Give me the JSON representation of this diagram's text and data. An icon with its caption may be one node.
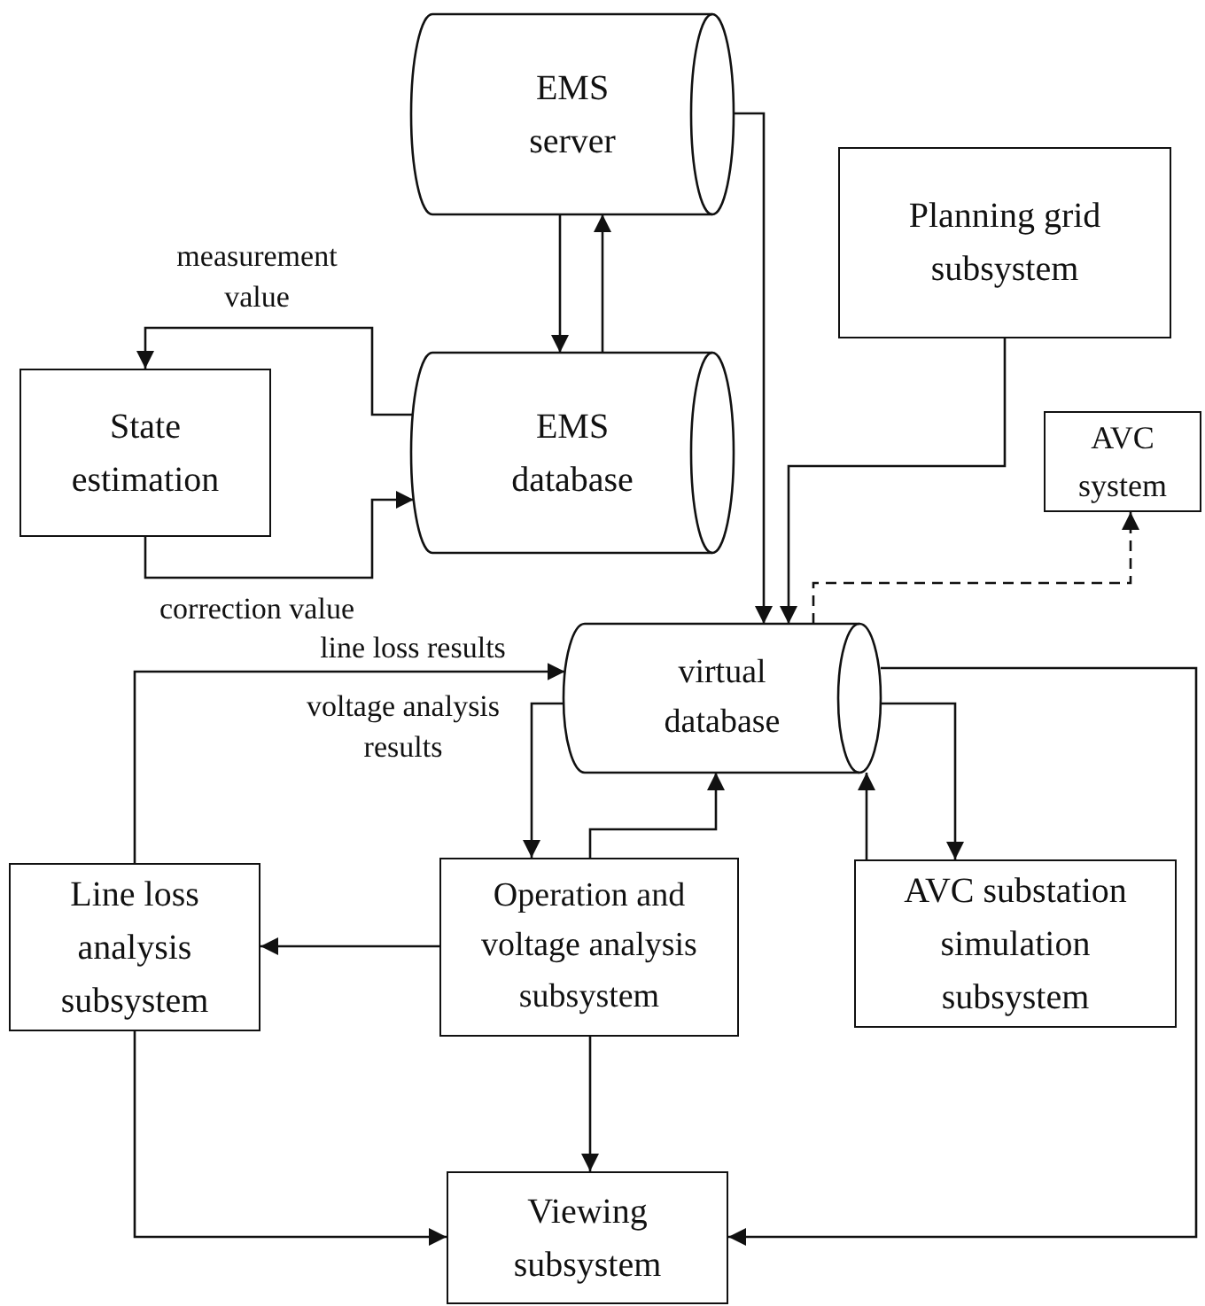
{
  "diagram": {
    "nodes": [
      {
        "text": [
          "EMS server"
        ]
      },
      {
        "text": [
          "Planning grid subsystem"
        ]
      },
      {
        "text": [
          "State estimation"
        ]
      },
      {
        "text": [
          "EMS database"
        ]
      },
      {
        "text": [
          "AVC system"
        ]
      },
      {
        "text": [
          "virtual database"
        ]
      },
      {
        "text": [
          "Line loss analysis subsystem"
        ]
      },
      {
        "text": [
          "Operation and voltage analysis subsystem"
        ]
      },
      {
        "text": [
          "AVC substation simulation subsystem"
        ]
      },
      {
        "text": [
          "Viewing subsystem"
        ]
      }
    ],
    "edges": [
      {
        "from": 0,
        "to": 3,
        "arrow": "to"
      },
      {
        "from": 3,
        "to": 0,
        "arrow": "to"
      },
      {
        "from": 3,
        "to": 2,
        "arrow": "to",
        "label": "measurement value"
      },
      {
        "from": 2,
        "to": 3,
        "arrow": "to",
        "label": "correction value"
      },
      {
        "from": 0,
        "to": 5,
        "arrow": "to"
      },
      {
        "from": 1,
        "to": 5,
        "arrow": "to"
      },
      {
        "from": 5,
        "to": 4,
        "arrow": "to",
        "style": "dashed"
      },
      {
        "from": 6,
        "to": 5,
        "arrow": "to",
        "label": "line loss results"
      },
      {
        "from": 5,
        "to": 7,
        "arrow": "to",
        "label": "voltage analysis results"
      },
      {
        "from": 7,
        "to": 5,
        "arrow": "to"
      },
      {
        "from": 8,
        "to": 5,
        "arrow": "to"
      },
      {
        "from": 5,
        "to": 8,
        "arrow": "to"
      },
      {
        "from": 5,
        "to": 9,
        "arrow": "to"
      },
      {
        "from": 7,
        "to": 6,
        "arrow": "to"
      },
      {
        "from": 7,
        "to": 9,
        "arrow": "to"
      },
      {
        "from": 6,
        "to": 9,
        "arrow": "to"
      }
    ]
  }
}
